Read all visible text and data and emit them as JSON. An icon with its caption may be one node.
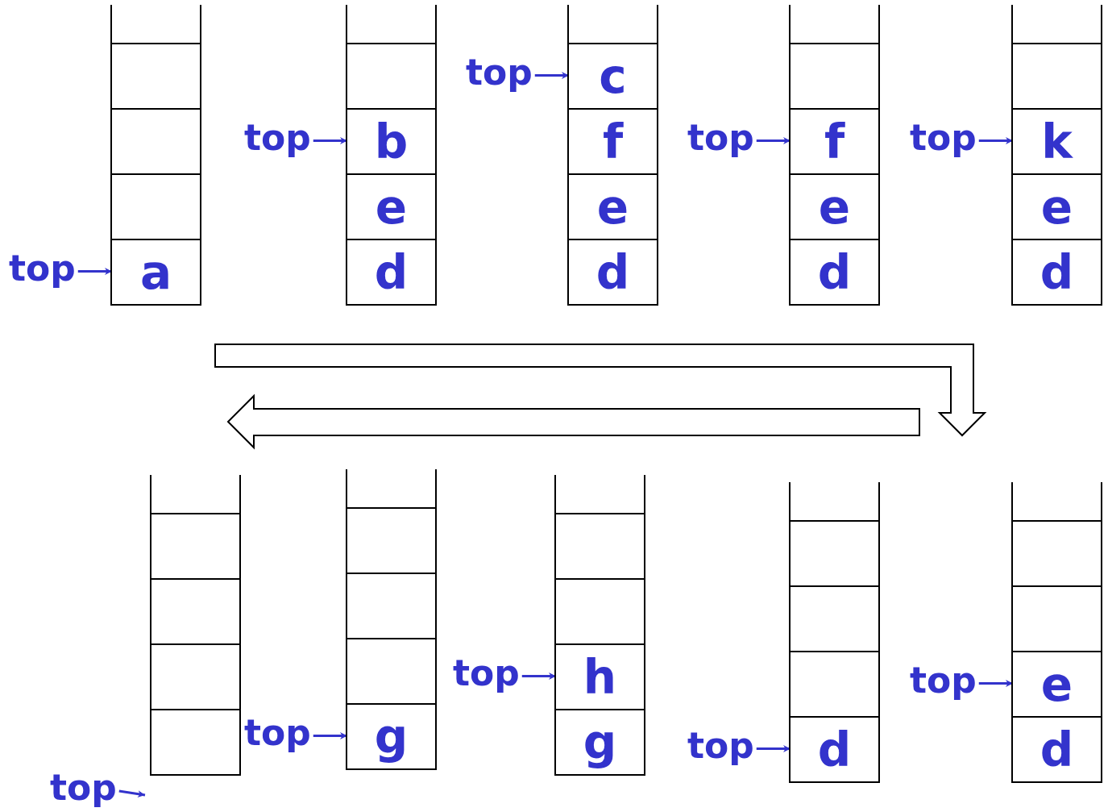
{
  "diagram": {
    "nodes": [
      {
        "text": [
          "top"
        ]
      },
      {
        "text": [],
        "shape": "box"
      },
      {
        "text": [],
        "shape": "box",
        "in": 1
      },
      {
        "text": [],
        "shape": "box",
        "in": 1
      },
      {
        "text": [],
        "shape": "box",
        "in": 1
      },
      {
        "text": [
          "a"
        ],
        "in": 1
      },
      {
        "text": [
          "top"
        ]
      },
      {
        "text": [],
        "shape": "box"
      },
      {
        "text": [],
        "shape": "box",
        "in": 7
      },
      {
        "text": [
          "b"
        ],
        "in": 7
      },
      {
        "text": [
          "e"
        ],
        "in": 7
      },
      {
        "text": [
          "d"
        ],
        "in": 7
      },
      {
        "text": [
          "top"
        ]
      },
      {
        "text": [],
        "shape": "box"
      },
      {
        "text": [
          "c"
        ],
        "in": 13
      },
      {
        "text": [
          "f"
        ],
        "in": 13
      },
      {
        "text": [
          "e"
        ],
        "in": 13
      },
      {
        "text": [
          "d"
        ],
        "in": 13
      },
      {
        "text": [
          "top"
        ]
      },
      {
        "text": [],
        "shape": "box"
      },
      {
        "text": [],
        "shape": "box",
        "in": 19
      },
      {
        "text": [
          "f"
        ],
        "in": 19
      },
      {
        "text": [
          "e"
        ],
        "in": 19
      },
      {
        "text": [
          "d"
        ],
        "in": 19
      },
      {
        "text": [
          "top"
        ]
      },
      {
        "text": [],
        "shape": "box"
      },
      {
        "text": [],
        "shape": "box",
        "in": 25
      },
      {
        "text": [
          "k"
        ],
        "in": 25
      },
      {
        "text": [
          "e"
        ],
        "in": 25
      },
      {
        "text": [
          "d"
        ],
        "in": 25
      },
      {
        "text": [
          "top"
        ]
      },
      {
        "text": [],
        "shape": "box"
      },
      {
        "text": [],
        "shape": "box",
        "in": 31
      },
      {
        "text": [],
        "shape": "box",
        "in": 31
      },
      {
        "text": [],
        "shape": "box",
        "in": 31
      },
      {
        "text": [],
        "shape": "box",
        "in": 31
      },
      {
        "text": [
          "top"
        ]
      },
      {
        "text": [],
        "shape": "box"
      },
      {
        "text": [],
        "shape": "box",
        "in": 37
      },
      {
        "text": [],
        "shape": "box",
        "in": 37
      },
      {
        "text": [],
        "shape": "box",
        "in": 37
      },
      {
        "text": [
          "g"
        ],
        "in": 37
      },
      {
        "text": [
          "top"
        ]
      },
      {
        "text": [],
        "shape": "box"
      },
      {
        "text": [],
        "shape": "box",
        "in": 43
      },
      {
        "text": [],
        "shape": "box",
        "in": 43
      },
      {
        "text": [
          "h"
        ],
        "in": 43
      },
      {
        "text": [
          "g"
        ],
        "in": 43
      },
      {
        "text": [
          "top"
        ]
      },
      {
        "text": [],
        "shape": "box"
      },
      {
        "text": [],
        "shape": "box",
        "in": 49
      },
      {
        "text": [],
        "shape": "box",
        "in": 49
      },
      {
        "text": [],
        "shape": "box",
        "in": 49
      },
      {
        "text": [
          "d"
        ],
        "in": 49
      },
      {
        "text": [
          "top"
        ]
      },
      {
        "text": [],
        "shape": "box"
      },
      {
        "text": [],
        "shape": "box",
        "in": 55
      },
      {
        "text": [],
        "shape": "box",
        "in": 55
      },
      {
        "text": [
          "e"
        ],
        "in": 55
      },
      {
        "text": [
          "d"
        ],
        "in": 55
      }
    ],
    "edges": [
      {
        "from": 0,
        "to": 5,
        "arrow": "to"
      },
      {
        "from": 6,
        "to": 9,
        "arrow": "to"
      },
      {
        "from": 12,
        "to": 14,
        "arrow": "to"
      },
      {
        "from": 18,
        "to": 21,
        "arrow": "to"
      },
      {
        "from": 24,
        "to": 27,
        "arrow": "to"
      },
      {
        "from": 30,
        "to": null,
        "arrow": "to"
      },
      {
        "from": 36,
        "to": 41,
        "arrow": "to"
      },
      {
        "from": 42,
        "to": 46,
        "arrow": "to"
      },
      {
        "from": 48,
        "to": 53,
        "arrow": "to"
      },
      {
        "from": 54,
        "to": 58,
        "arrow": "to"
      }
    ]
  }
}
